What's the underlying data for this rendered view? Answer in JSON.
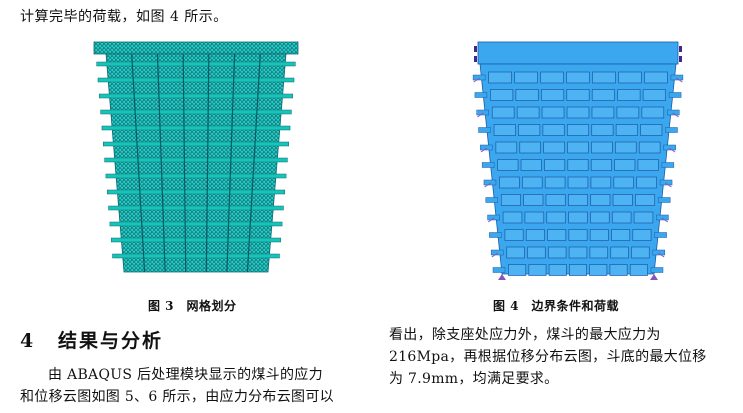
{
  "intro_line": "计算完毕的荷载，如图 4 所示。",
  "figure3": {
    "caption": "图 3　网格划分"
  },
  "figure4": {
    "caption": "图 4　边界条件和荷载"
  },
  "section": {
    "number": "4",
    "title": "结果与分析"
  },
  "left_text": {
    "line1": "由 ABAQUS 后处理模块显示的煤斗的应力",
    "line2": "和位移云图如图 5、6 所示，由应力分布云图可以"
  },
  "right_text": {
    "line1": "看出，除支座处应力外，煤斗的最大应力为",
    "line2": "216Mpa，再根据位移分布云图，斗底的最大位移",
    "line3": "为 7.9mm，均满足要求。"
  },
  "colors": {
    "mesh": "#2ad4c8",
    "mesh_dark": "#0a6a74",
    "model": "#3ba7ee",
    "model_line": "#1d5aa8",
    "load_arrow": "#8855bb"
  }
}
